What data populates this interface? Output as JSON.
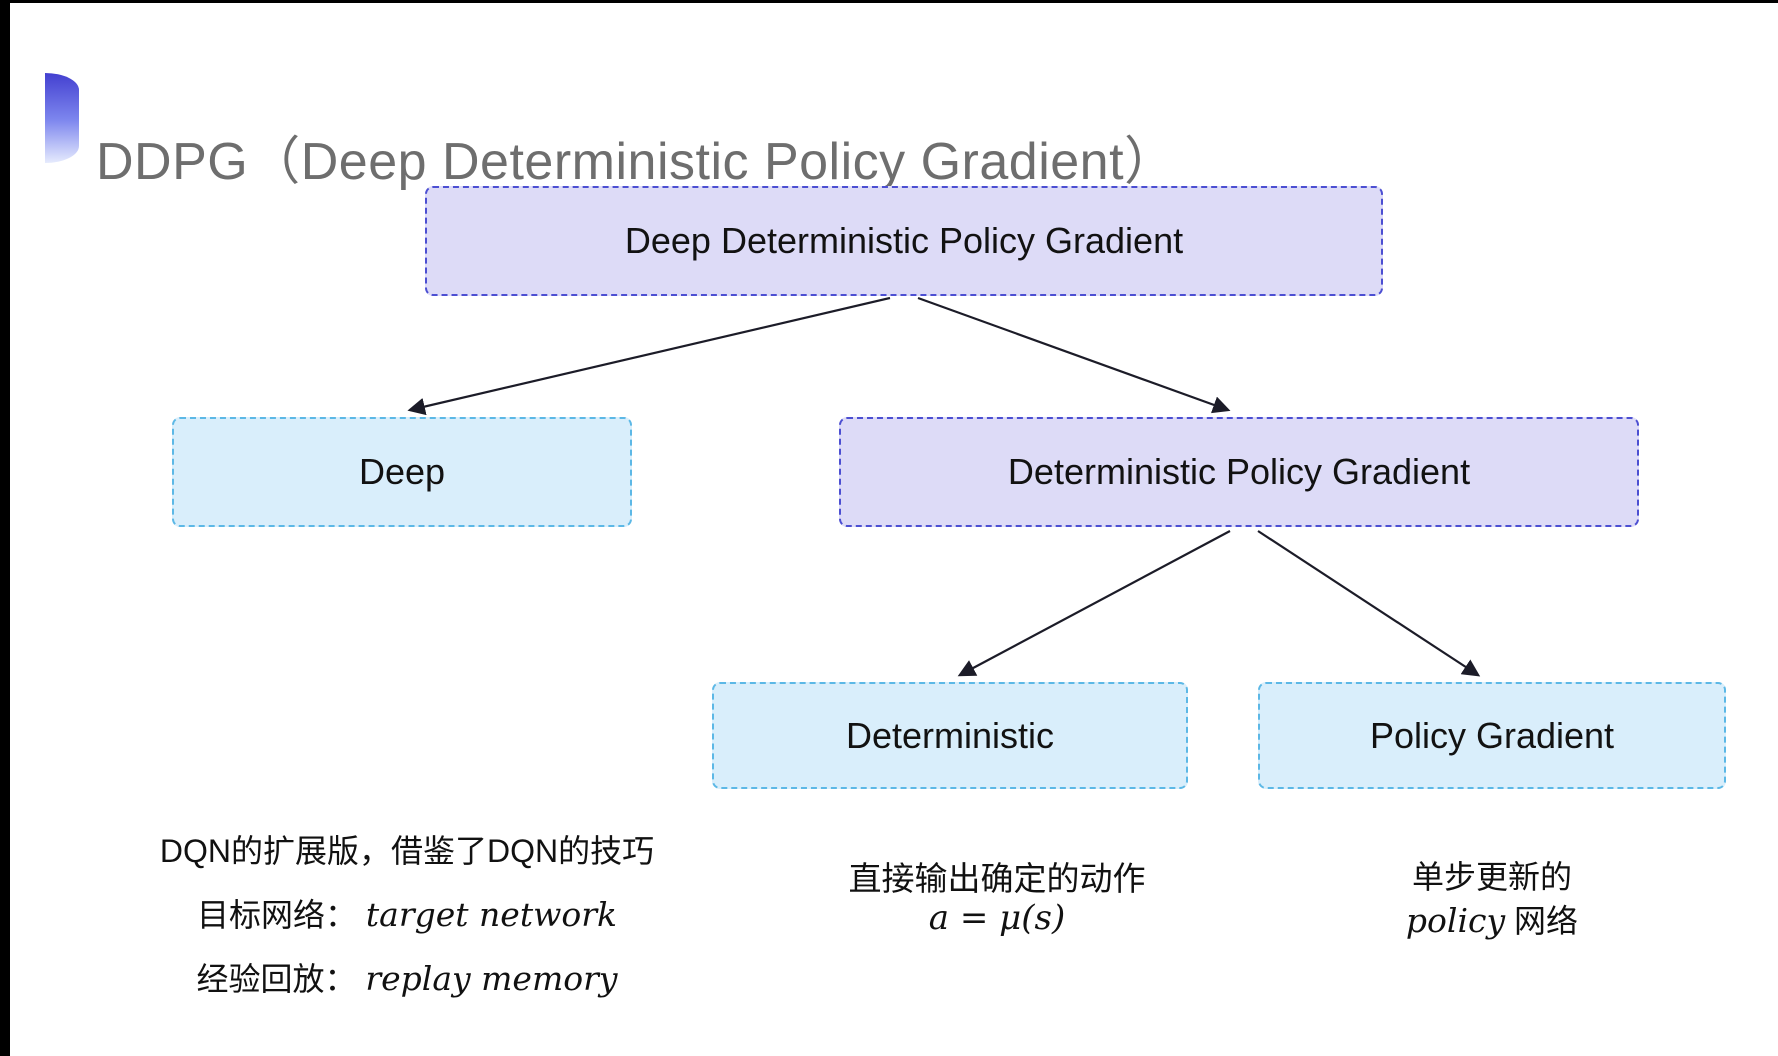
{
  "slide": {
    "title": "DDPG（Deep Deterministic Policy Gradient）"
  },
  "nodes": {
    "root": "Deep Deterministic Policy Gradient",
    "deep": "Deep",
    "dpg": "Deterministic Policy Gradient",
    "deterministic": "Deterministic",
    "policy_gradient": "Policy Gradient"
  },
  "notes": {
    "deep": {
      "line1": "DQN的扩展版，借鉴了DQN的技巧",
      "line2_label": "目标网络：",
      "line2_term": "target network",
      "line3_label": "经验回放：",
      "line3_term": "replay memory"
    },
    "deterministic": {
      "line1": "直接输出确定的动作",
      "formula": "a = μ(s)"
    },
    "policy_gradient": {
      "line1": "单步更新的",
      "line2_term": "policy",
      "line2_label": " 网络"
    }
  },
  "icons": {
    "title_bullet": "half-circle-gradient"
  },
  "colors": {
    "purple_fill": "#dddbf7",
    "purple_border": "#4c4fd2",
    "cyan_fill": "#d9eefb",
    "cyan_border": "#5cb8e6",
    "title_text": "#6e6e6e",
    "node_text": "#121212",
    "note_text": "#111111",
    "arrow": "#1c1c28",
    "frame": "#000000",
    "icon_top": "#4340d0",
    "icon_bottom": "#e6ebfd"
  }
}
